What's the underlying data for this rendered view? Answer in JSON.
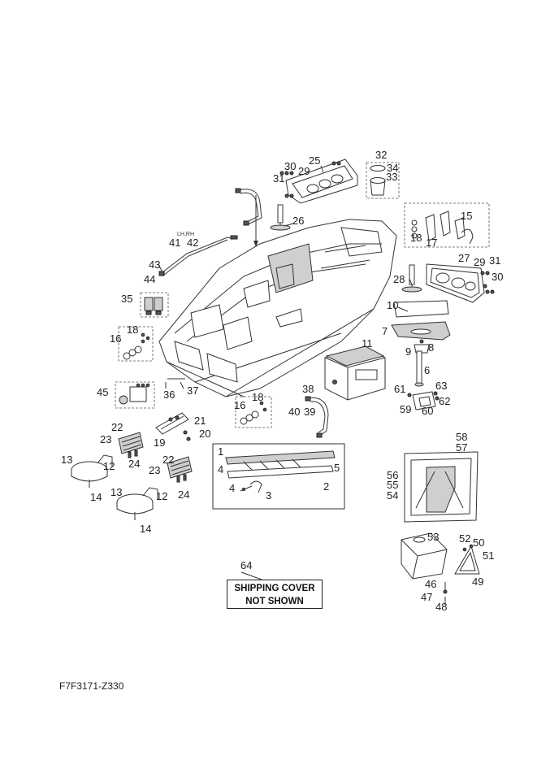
{
  "diagram": {
    "drawing_code": "F7F3171-Z330",
    "shipping_note": {
      "line1": "SHIPPING COVER",
      "line2": "NOT SHOWN"
    },
    "lh_rh_label": "LH,RH",
    "callouts": {
      "c1": "1",
      "c2": "2",
      "c3": "3",
      "c4a": "4",
      "c4b": "4",
      "c5": "5",
      "c6": "6",
      "c7": "7",
      "c8": "8",
      "c9": "9",
      "c10": "10",
      "c11": "11",
      "c12a": "12",
      "c12b": "12",
      "c13a": "13",
      "c13b": "13",
      "c14a": "14",
      "c14b": "14",
      "c15": "15",
      "c16a": "16",
      "c16b": "16",
      "c17": "17",
      "c18a": "18",
      "c18b": "18",
      "c18c": "18",
      "c19": "19",
      "c20": "20",
      "c21": "21",
      "c22a": "22",
      "c22b": "22",
      "c23a": "23",
      "c23b": "23",
      "c24a": "24",
      "c24b": "24",
      "c25": "25",
      "c26": "26",
      "c27": "27",
      "c28": "28",
      "c29a": "29",
      "c29b": "29",
      "c30a": "30",
      "c30b": "30",
      "c31a": "31",
      "c31b": "31",
      "c32": "32",
      "c33": "33",
      "c34": "34",
      "c35": "35",
      "c36": "36",
      "c37": "37",
      "c38": "38",
      "c39": "39",
      "c40": "40",
      "c41": "41",
      "c42": "42",
      "c43": "43",
      "c44": "44",
      "c45": "45",
      "c46": "46",
      "c47": "47",
      "c48": "48",
      "c49": "49",
      "c50": "50",
      "c51": "51",
      "c52": "52",
      "c53": "53",
      "c54": "54",
      "c55": "55",
      "c56": "56",
      "c57": "57",
      "c58": "58",
      "c59": "59",
      "c60": "60",
      "c61": "61",
      "c62": "62",
      "c63": "63",
      "c64": "64"
    }
  }
}
